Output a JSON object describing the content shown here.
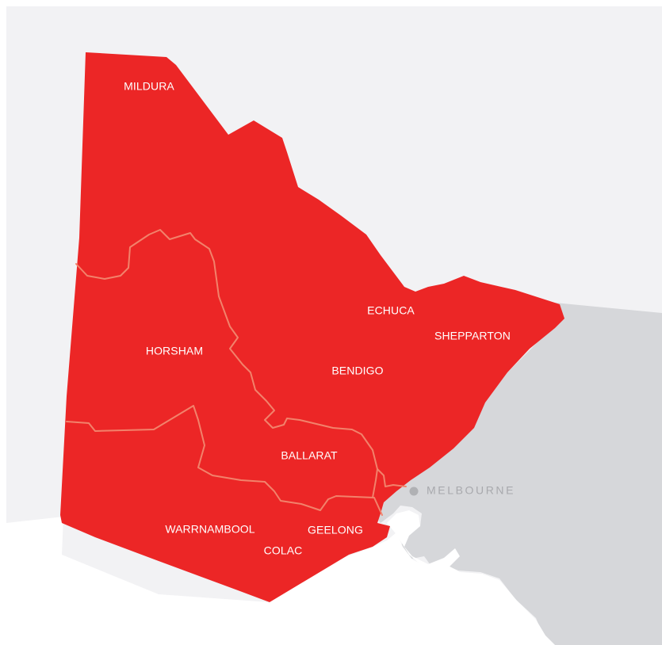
{
  "colors": {
    "land": "#f2f2f4",
    "bay": "#d6d7da",
    "region_fill": "#ec2626",
    "region_border": "#f2826b",
    "region_label": "#ffffff",
    "city_marker": "#b0b1b4"
  },
  "regions": [
    {
      "key": "mildura",
      "label": "MILDURA"
    },
    {
      "key": "horsham",
      "label": "HORSHAM"
    },
    {
      "key": "echuca",
      "label": "ECHUCA"
    },
    {
      "key": "shepparton",
      "label": "SHEPPARTON"
    },
    {
      "key": "bendigo",
      "label": "BENDIGO"
    },
    {
      "key": "ballarat",
      "label": "BALLARAT"
    },
    {
      "key": "warrnambool",
      "label": "WARRNAMBOOL"
    },
    {
      "key": "geelong",
      "label": "GEELONG"
    },
    {
      "key": "colac",
      "label": "COLAC"
    }
  ],
  "city": {
    "label": "MELBOURNE",
    "icon": "location-dot-icon"
  }
}
